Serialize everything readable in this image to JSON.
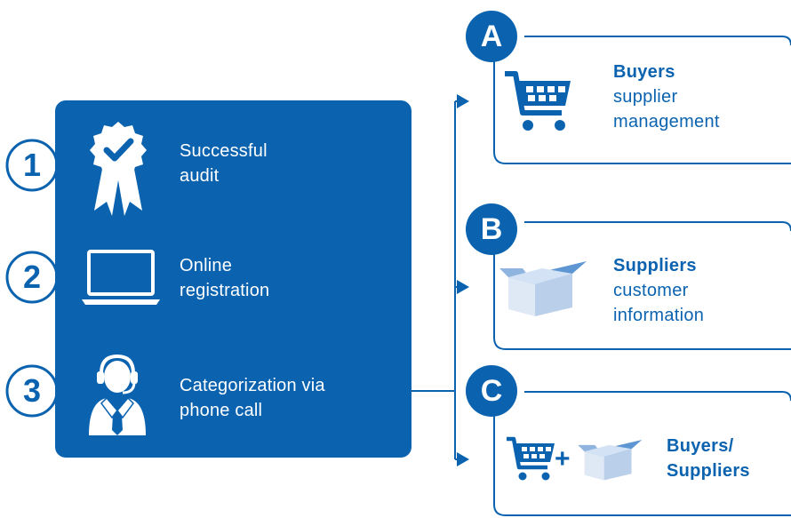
{
  "colors": {
    "brand_blue": "#0b63b0",
    "box_light": "#dfe9f6",
    "box_mid": "#b9cfea",
    "white": "#ffffff"
  },
  "steps": [
    {
      "number": "1",
      "icon": "ribbon-badge-icon",
      "line1": "Successful",
      "line2": "audit"
    },
    {
      "number": "2",
      "icon": "laptop-icon",
      "line1": "Online",
      "line2": "registration"
    },
    {
      "number": "3",
      "icon": "call-agent-icon",
      "line1": "Categorization via",
      "line2": "phone call"
    }
  ],
  "options": [
    {
      "letter": "A",
      "icon": "shopping-cart-icon",
      "title": "Buyers",
      "line1": "supplier",
      "line2": "management"
    },
    {
      "letter": "B",
      "icon": "box-icon",
      "title": "Suppliers",
      "line1": "customer",
      "line2": "information"
    },
    {
      "letter": "C",
      "icon": "cart-plus-box-icon",
      "title_line1": "Buyers/",
      "title_line2": "Suppliers",
      "plus": "+"
    }
  ]
}
